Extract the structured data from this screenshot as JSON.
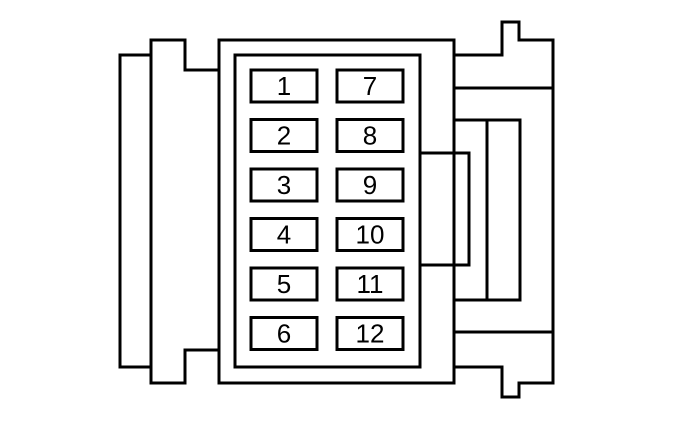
{
  "colors": {
    "stroke": "#000000",
    "background": "#ffffff"
  },
  "pins": {
    "left": [
      "1",
      "2",
      "3",
      "4",
      "5",
      "6"
    ],
    "right": [
      "7",
      "8",
      "9",
      "10",
      "11",
      "12"
    ]
  }
}
